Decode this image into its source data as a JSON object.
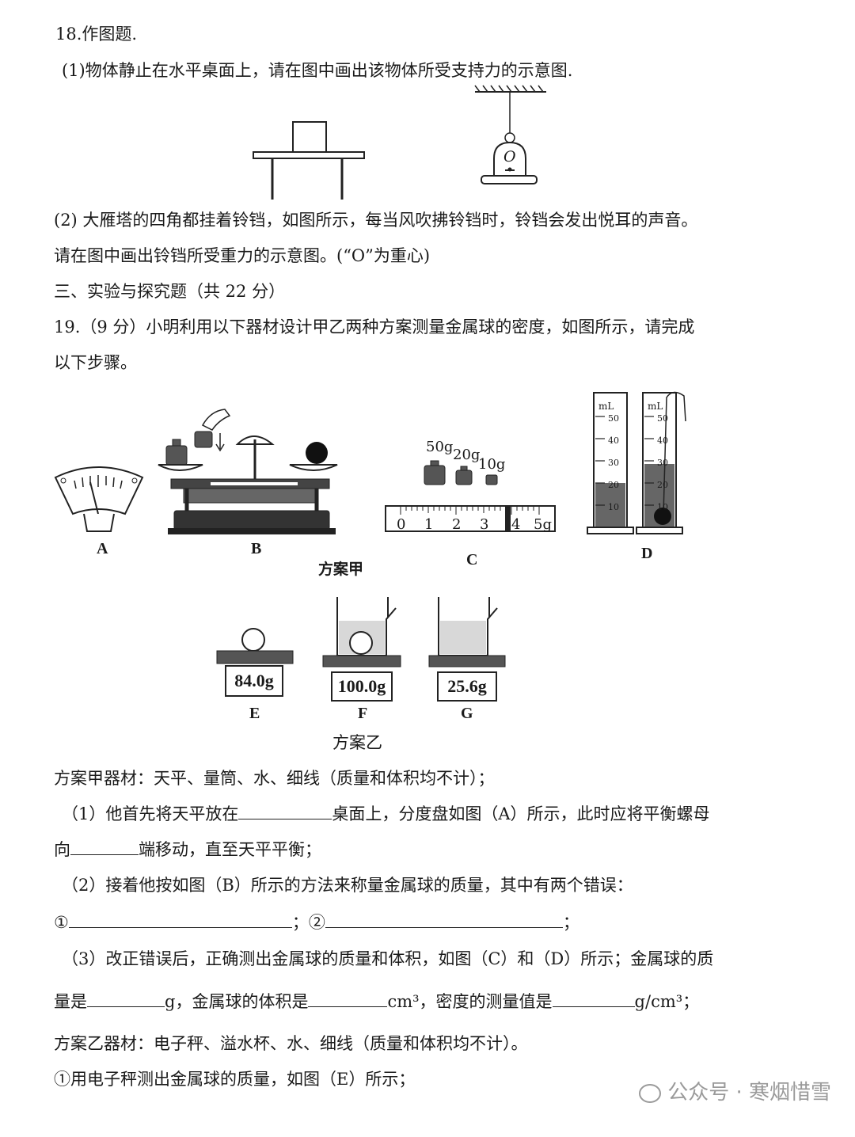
{
  "q18": {
    "title": "18.作图题.",
    "p1": "(1)物体静止在水平桌面上，请在图中画出该物体所受支持力的示意图.",
    "p2_line1": "(2) 大雁塔的四角都挂着铃铛，如图所示，每当风吹拂铃铛时，铃铛会发出悦耳的声音。",
    "p2_line2": "请在图中画出铃铛所受重力的示意图。(“O”为重心)",
    "o_label": "O"
  },
  "section3": "三、实验与探究题（共 22 分）",
  "q19": {
    "intro_line1": "19.（9 分）小明利用以下器材设计甲乙两种方案测量金属球的密度，如图所示，请完成",
    "intro_line2": "以下步骤。",
    "fig_labels": {
      "A": "A",
      "B": "B",
      "C": "C",
      "D": "D",
      "E": "E",
      "F": "F",
      "G": "G"
    },
    "plan_a_caption": "方案甲",
    "plan_b_caption": "方案乙",
    "weights": [
      "50g",
      "20g",
      "10g"
    ],
    "ruler_ticks": [
      "0",
      "1",
      "2",
      "3",
      "4",
      "5g"
    ],
    "cylinder_unit": "mL",
    "cylinder_marks": [
      "50",
      "40",
      "30",
      "20",
      "10"
    ],
    "scale_readings": {
      "E": "84.0g",
      "F": "100.0g",
      "G": "25.6g"
    },
    "plan_a_equipment": "方案甲器材：天平、量筒、水、细线（质量和体积均不计）；",
    "s1_a": "（1）他首先将天平放在",
    "s1_b": "桌面上，分度盘如图（A）所示，此时应将平衡螺母",
    "s1_c": "向",
    "s1_d": "端移动，直至天平平衡；",
    "s2": "（2）接着他按如图（B）所示的方法来称量金属球的质量，其中有两个错误：",
    "s2_c1": "①",
    "s2_sep": "；②",
    "s2_end": "；",
    "s3_line1": "（3）改正错误后，正确测出金属球的质量和体积，如图（C）和（D）所示；金属球的质",
    "s3_a": "量是",
    "s3_b": "g，金属球的体积是",
    "s3_c": "cm³，密度的测量值是",
    "s3_d": "g/cm³；",
    "plan_b_equipment": "方案乙器材：电子秤、溢水杯、水、细线（质量和体积均不计）。",
    "b1": "①用电子秤测出金属球的质量，如图（E）所示；"
  },
  "watermark": "公众号 · 寒烟惜雪"
}
